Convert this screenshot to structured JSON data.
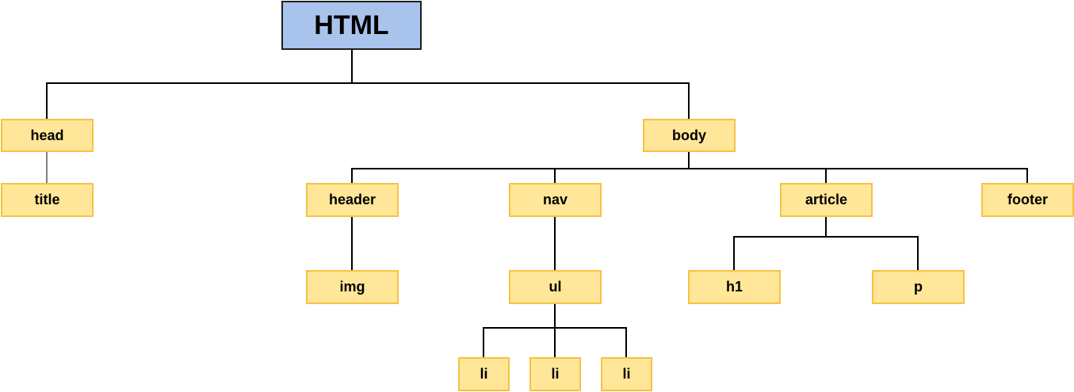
{
  "colors": {
    "root_fill": "#a9c4ec",
    "root_border": "#1f1f1f",
    "node_fill": "#ffe699",
    "node_border": "#f5c242",
    "connector": "#000000"
  },
  "tree": {
    "html": "HTML",
    "head": "head",
    "title": "title",
    "body": "body",
    "header": "header",
    "img": "img",
    "nav": "nav",
    "ul": "ul",
    "li_1": "li",
    "li_2": "li",
    "li_3": "li",
    "article": "article",
    "h1": "h1",
    "p": "p",
    "footer": "footer"
  }
}
